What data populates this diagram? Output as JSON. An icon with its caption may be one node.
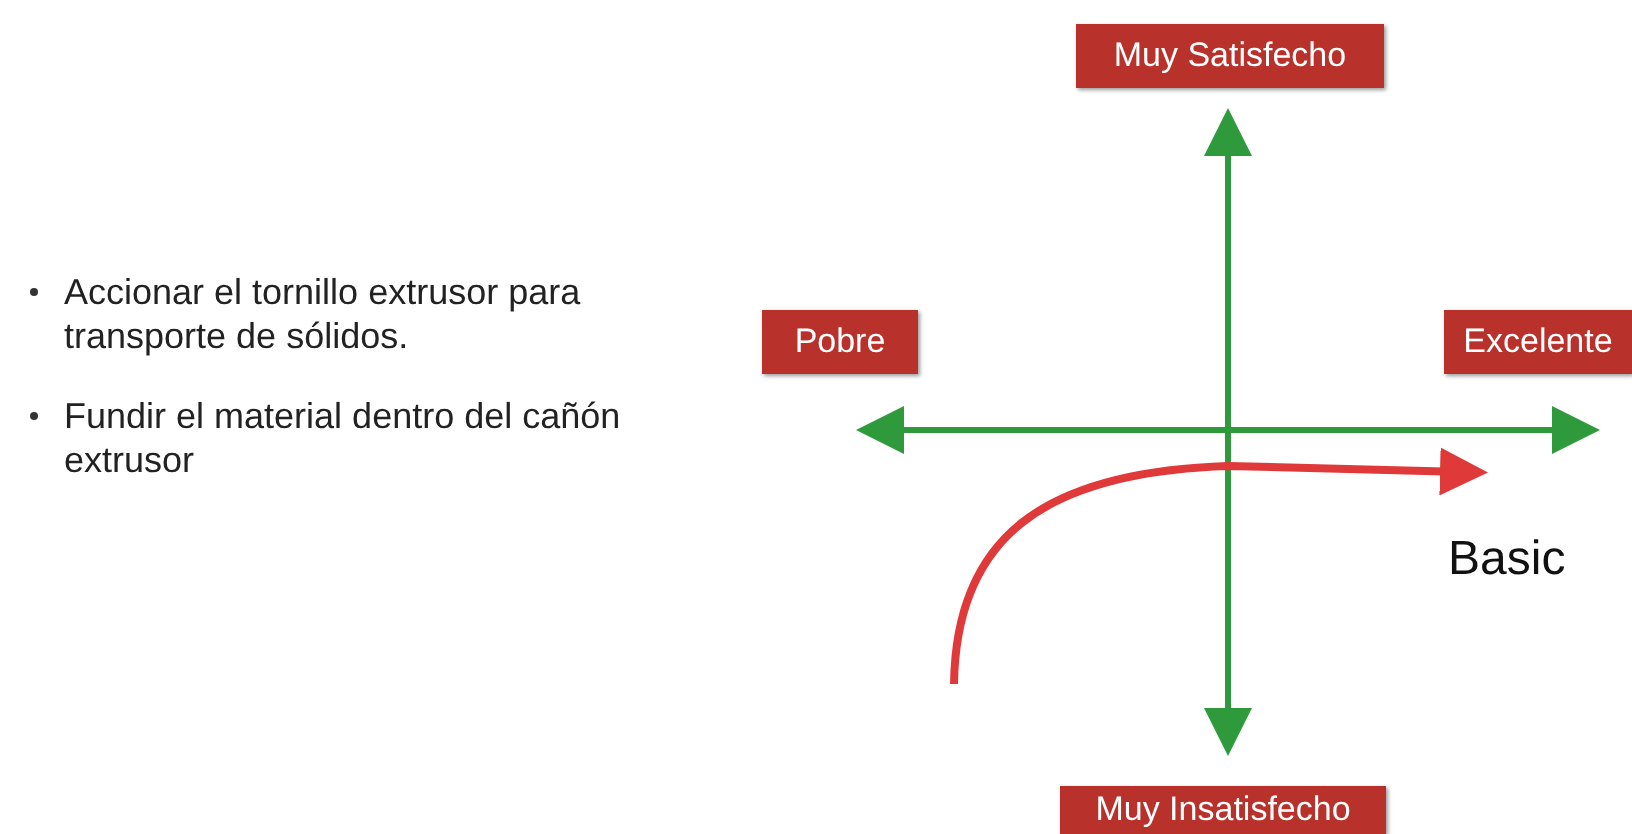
{
  "diagram": {
    "nodes": [
      {
        "text": [
          "Muy Satisfecho"
        ]
      },
      {
        "text": [
          "Pobre"
        ]
      },
      {
        "text": [
          "Excelente"
        ]
      },
      {
        "text": [
          "Muy Insatisfecho"
        ]
      }
    ],
    "labels": [
      "Accionar el tornillo extrusor para transporte de sólidos.",
      "Fundir el material dentro del cañón extrusor",
      "Basic"
    ]
  }
}
